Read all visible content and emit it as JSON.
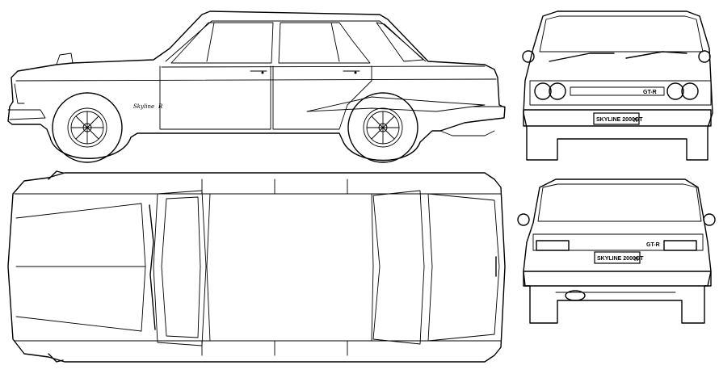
{
  "views": {
    "side": {
      "badge": "Skyline",
      "badge_mark": "R"
    },
    "front": {
      "plate": "SKYLINE 2000GT",
      "plate_mark": "R",
      "grille_badge": "GT-R"
    },
    "rear": {
      "plate": "SKYLINE 2000GT",
      "plate_mark": "R",
      "trunk_badge": "GT-R"
    }
  }
}
